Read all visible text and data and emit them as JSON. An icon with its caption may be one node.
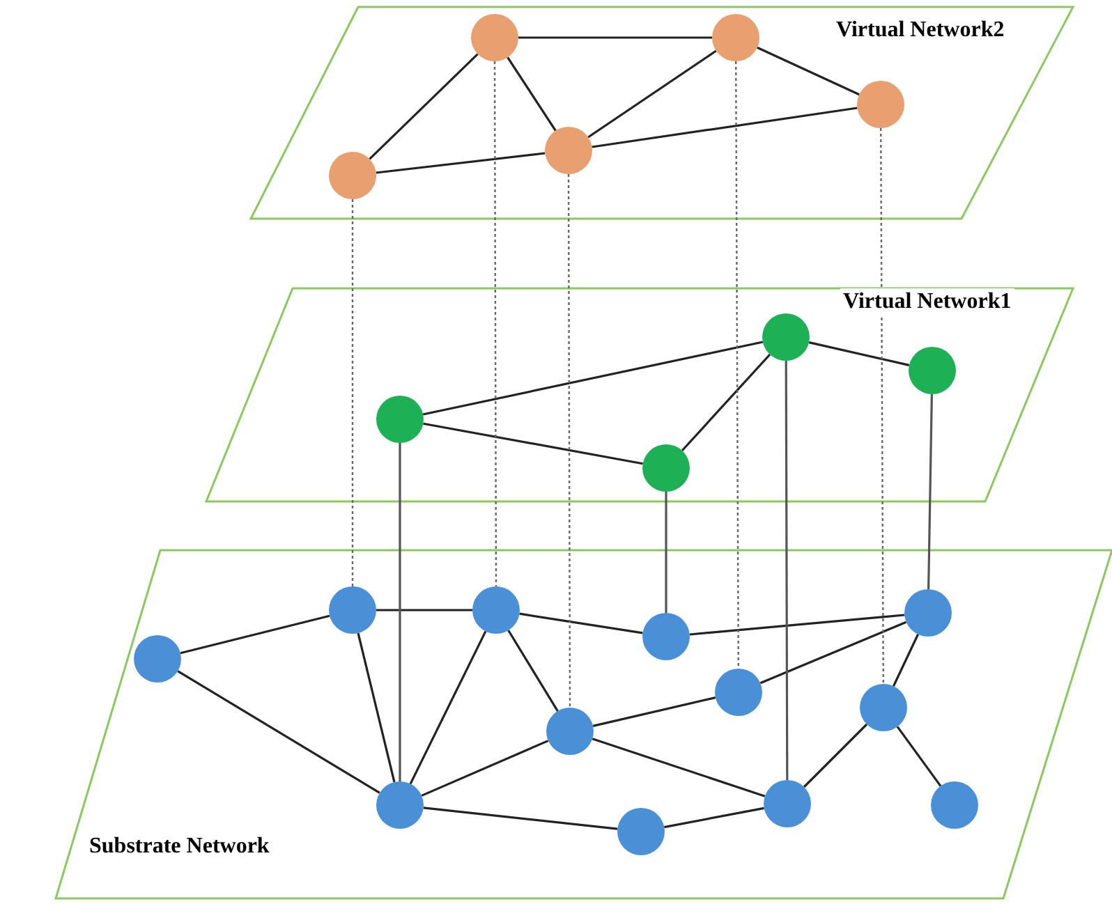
{
  "diagram": {
    "nodes": [
      {
        "text": [
          "Virtual Network2"
        ]
      },
      {
        "text": [],
        "shape": "circle",
        "in": 0
      },
      {
        "text": [],
        "shape": "circle",
        "in": 0
      },
      {
        "text": [],
        "shape": "circle",
        "in": 0
      },
      {
        "text": [],
        "shape": "circle",
        "in": 0
      },
      {
        "text": [],
        "shape": "circle",
        "in": 0
      },
      {
        "text": [
          "Virtual Network1"
        ]
      },
      {
        "text": [],
        "shape": "circle",
        "in": 6
      },
      {
        "text": [],
        "shape": "circle",
        "in": 6
      },
      {
        "text": [],
        "shape": "circle",
        "in": 6
      },
      {
        "text": [],
        "shape": "circle",
        "in": 6
      },
      {
        "text": [
          "Substrate Network"
        ]
      },
      {
        "text": [],
        "shape": "circle",
        "in": 11
      },
      {
        "text": [],
        "shape": "circle",
        "in": 11
      },
      {
        "text": [],
        "shape": "circle",
        "in": 11
      },
      {
        "text": [],
        "shape": "circle",
        "in": 11
      },
      {
        "text": [],
        "shape": "circle",
        "in": 11
      },
      {
        "text": [],
        "shape": "circle",
        "in": 11
      },
      {
        "text": [],
        "shape": "circle",
        "in": 11
      },
      {
        "text": [],
        "shape": "circle",
        "in": 11
      },
      {
        "text": [],
        "shape": "circle",
        "in": 11
      },
      {
        "text": [],
        "shape": "circle",
        "in": 11
      },
      {
        "text": [],
        "shape": "circle",
        "in": 11
      },
      {
        "text": [],
        "shape": "circle",
        "in": 11
      }
    ],
    "edges": [
      {
        "from": 1,
        "to": 2,
        "arrow": "none"
      },
      {
        "from": 1,
        "to": 5,
        "arrow": "none"
      },
      {
        "from": 1,
        "to": 4,
        "arrow": "none"
      },
      {
        "from": 2,
        "to": 4,
        "arrow": "none"
      },
      {
        "from": 2,
        "to": 3,
        "arrow": "none"
      },
      {
        "from": 5,
        "to": 4,
        "arrow": "none"
      },
      {
        "from": 4,
        "to": 3,
        "arrow": "none"
      },
      {
        "from": 9,
        "to": 7,
        "arrow": "none"
      },
      {
        "from": 9,
        "to": 10,
        "arrow": "none"
      },
      {
        "from": 10,
        "to": 7,
        "arrow": "none"
      },
      {
        "from": 7,
        "to": 8,
        "arrow": "none"
      },
      {
        "from": 15,
        "to": 12,
        "arrow": "none"
      },
      {
        "from": 12,
        "to": 13,
        "arrow": "none"
      },
      {
        "from": 13,
        "to": 16,
        "arrow": "none"
      },
      {
        "from": 16,
        "to": 14,
        "arrow": "none"
      },
      {
        "from": 15,
        "to": 20,
        "arrow": "none"
      },
      {
        "from": 12,
        "to": 20,
        "arrow": "none"
      },
      {
        "from": 13,
        "to": 20,
        "arrow": "none"
      },
      {
        "from": 13,
        "to": 19,
        "arrow": "none"
      },
      {
        "from": 19,
        "to": 20,
        "arrow": "none"
      },
      {
        "from": 19,
        "to": 17,
        "arrow": "none"
      },
      {
        "from": 17,
        "to": 14,
        "arrow": "none"
      },
      {
        "from": 14,
        "to": 18,
        "arrow": "none"
      },
      {
        "from": 18,
        "to": 21,
        "arrow": "none"
      },
      {
        "from": 18,
        "to": 22,
        "arrow": "none"
      },
      {
        "from": 19,
        "to": 21,
        "arrow": "none"
      },
      {
        "from": 20,
        "to": 23,
        "arrow": "none"
      },
      {
        "from": 23,
        "to": 21,
        "arrow": "none"
      },
      {
        "from": 5,
        "to": 12,
        "arrow": "none",
        "style": "dashed",
        "color": "#666666"
      },
      {
        "from": 1,
        "to": 13,
        "arrow": "none",
        "style": "dashed",
        "color": "#666666"
      },
      {
        "from": 4,
        "to": 19,
        "arrow": "none",
        "style": "dashed",
        "color": "#666666"
      },
      {
        "from": 2,
        "to": 17,
        "arrow": "none",
        "style": "dashed",
        "color": "#666666"
      },
      {
        "from": 3,
        "to": 18,
        "arrow": "none",
        "style": "dashed",
        "color": "#666666"
      },
      {
        "from": 9,
        "to": 20,
        "arrow": "none",
        "color": "#555555"
      },
      {
        "from": 10,
        "to": 16,
        "arrow": "none",
        "color": "#555555"
      },
      {
        "from": 7,
        "to": 21,
        "arrow": "none",
        "color": "#555555"
      },
      {
        "from": 8,
        "to": 14,
        "arrow": "none",
        "color": "#555555"
      }
    ]
  }
}
